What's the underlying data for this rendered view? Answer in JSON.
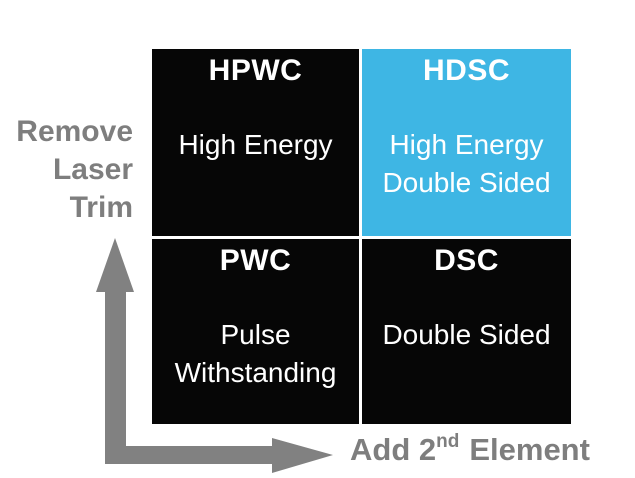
{
  "matrix": {
    "quadrants": [
      {
        "code": "HPWC",
        "description": "High Energy",
        "position": "top-left",
        "bg": "#060606",
        "text_color": "#FFFFFF",
        "highlighted": false
      },
      {
        "code": "HDSC",
        "description": "High Energy\nDouble Sided",
        "position": "top-right",
        "bg": "#3EB6E4",
        "text_color": "#FFFFFF",
        "highlighted": true
      },
      {
        "code": "PWC",
        "description": "Pulse\nWithstanding",
        "position": "bottom-left",
        "bg": "#060606",
        "text_color": "#FFFFFF",
        "highlighted": false
      },
      {
        "code": "DSC",
        "description": "Double Sided",
        "position": "bottom-right",
        "bg": "#060606",
        "text_color": "#FFFFFF",
        "highlighted": false
      }
    ]
  },
  "axes": {
    "y_axis_label": "Remove\nLaser\nTrim",
    "x_axis_label_prefix": "Add 2",
    "x_axis_label_superscript": "nd",
    "x_axis_label_suffix": "Element",
    "arrow_color": "#818181",
    "label_color": "#7E7E7E"
  }
}
